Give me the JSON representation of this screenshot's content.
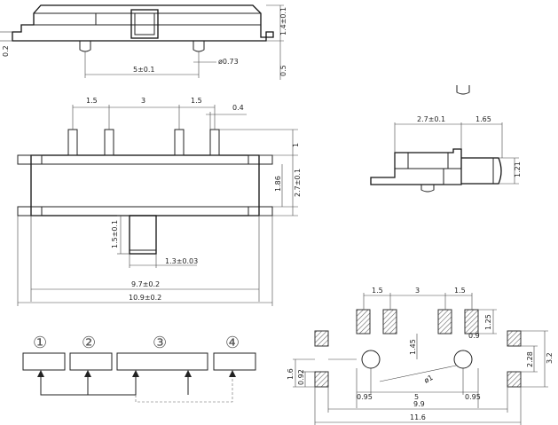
{
  "top_view": {
    "dims": {
      "d1": "1.4±0.1",
      "d2": "0.2",
      "d3": "0.5",
      "d4": "ø0.73",
      "d5": "5±0.1"
    }
  },
  "front_view": {
    "dims": {
      "pitch1": "1.5",
      "pitch2": "3",
      "pitch3": "1.5",
      "pin_w": "0.4",
      "h1": "1",
      "h2": "1.86",
      "h3": "2.7±0.1",
      "act_len": "1.5±0.1",
      "act_w": "1.3±0.03",
      "w1": "9.7±0.2",
      "w2": "10.9±0.2"
    }
  },
  "side_view": {
    "dims": {
      "d1": "2.7±0.1",
      "d2": "1.65",
      "d3": "1.21"
    }
  },
  "schematic": {
    "terminals": [
      "①",
      "②",
      "③",
      "④"
    ]
  },
  "pcb_layout": {
    "dims": {
      "p1": "1.5",
      "p2": "3",
      "p3": "1.5",
      "pad_h": "1.25",
      "pad_w": "0.9",
      "v1": "1.45",
      "hole": "ø1",
      "e1": "0.95",
      "e2": "5",
      "e3": "0.95",
      "w1": "9.9",
      "w2": "11.6",
      "r1": "2.28",
      "r2": "3.2",
      "l1": "1.6",
      "l2": "0.92"
    }
  }
}
